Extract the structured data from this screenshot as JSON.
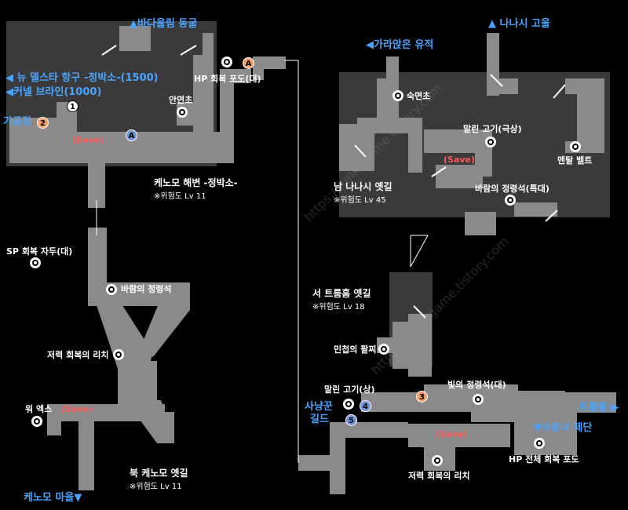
{
  "colors": {
    "background": "#000000",
    "floor": "#8a8a8a",
    "wall": "#3a3a3a",
    "label_blue": "#4aa3ff",
    "save_red": "#ff5a5a",
    "marker_orange": "#f3a06a",
    "marker_blue": "#6f95d8"
  },
  "exits": {
    "badaullim": "▲바다울림 동굴",
    "nanasi_hometown": "▲ 나나시 고울",
    "sunken_ruins": "◀가라앉은 유적",
    "new_delsta": "◀ 뉴 델스타 항구 -정박소-(1500)",
    "kernel_brain": "◀커넬 브라인(1000)",
    "kenomo_village": "케노모 마을▼",
    "trumhom": "트룸홈 ▶",
    "suwangnyeo": "▼수왕녀 제단"
  },
  "areas": {
    "kenomo_coast": {
      "name": "케노모 해변 -정박소-",
      "danger": "※위험도 Lv 11"
    },
    "north_kenomo": {
      "name": "북 케노모 옛길",
      "danger": "※위험도 Lv 11"
    },
    "south_nanasi": {
      "name": "남 나나시 옛길",
      "danger": "※위험도 Lv 45"
    },
    "west_trumhom": {
      "name": "서 트룸홈 옛길",
      "danger": "※위험도 Lv 18"
    }
  },
  "items": {
    "hp_grape_large": "HP 회복 포도(대)",
    "sleep_herb_1": "안면초",
    "sp_plum": "SP 회복 자두(대)",
    "wind_spirit_stone_1": "바람의 정령석",
    "stamina_lychee_1": "저력 회복의 리치",
    "warp_ex": "워 엑스",
    "sleep_herb_2": "숙면초",
    "dried_meat_premium": "말린 고기(극상)",
    "mental_belt": "멘탈 벨트",
    "wind_spirit_stone_special": "바람의 정령석(특대)",
    "agile_bracelet": "민첩의 팔찌",
    "dried_meat_upper": "말린 고기(상)",
    "light_spirit_stone": "빛의 정령석(대)",
    "hp_all_grape": "HP 전체 회복 포도",
    "stamina_lychee_2": "저력 회복의 리치"
  },
  "labels": {
    "save": "(Save)",
    "processing": "가공점",
    "hunters_guild_line1": "사냥꾼",
    "hunters_guild_line2": "길드"
  },
  "markers": {
    "m1": "1",
    "m2": "2",
    "m3": "3",
    "m4": "4",
    "m5": "5",
    "mA": "A"
  },
  "watermark": "https://funkygame.tistory.com"
}
